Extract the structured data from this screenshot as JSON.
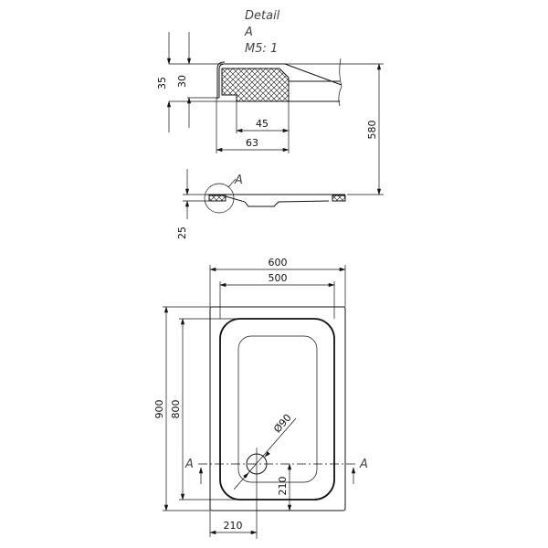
{
  "detail": {
    "title": "Detail",
    "ref": "A",
    "scale": "M5: 1"
  },
  "detail_dims": {
    "total_height": "35",
    "rim_height": "30",
    "inner_width": "45",
    "outer_width": "63",
    "height": "580"
  },
  "side_view": {
    "section_label": "A",
    "height": "25"
  },
  "plan_dims": {
    "width": "600",
    "inner_width": "500",
    "length": "900",
    "inner_length": "800",
    "drain_dia": "Ø90",
    "drain_from_side": "210",
    "drain_from_end": "210"
  },
  "section_markers": {
    "left": "A",
    "right": "A"
  }
}
